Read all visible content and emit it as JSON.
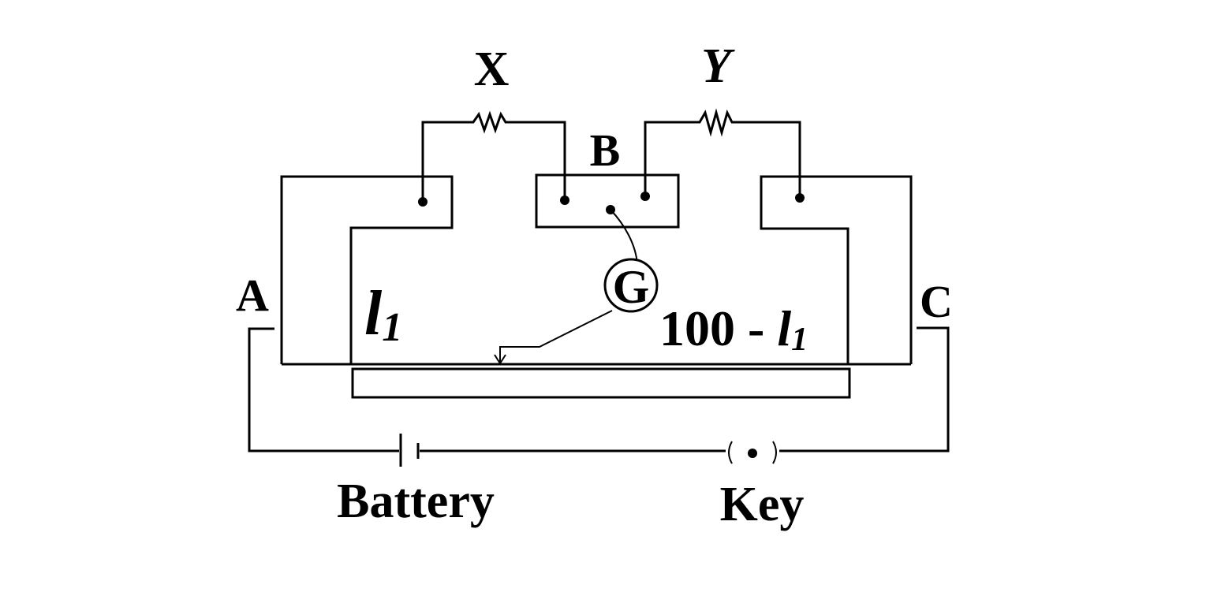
{
  "labels": {
    "resistor_x": "X",
    "resistor_y": "Y",
    "junction_b": "B",
    "terminal_a": "A",
    "terminal_c": "C",
    "galvanometer": "G",
    "length_left": "l",
    "length_left_sub": "1",
    "length_right_prefix": "100 - ",
    "length_right_var": "l",
    "length_right_sub": "1",
    "battery": "Battery",
    "key": "Key"
  }
}
